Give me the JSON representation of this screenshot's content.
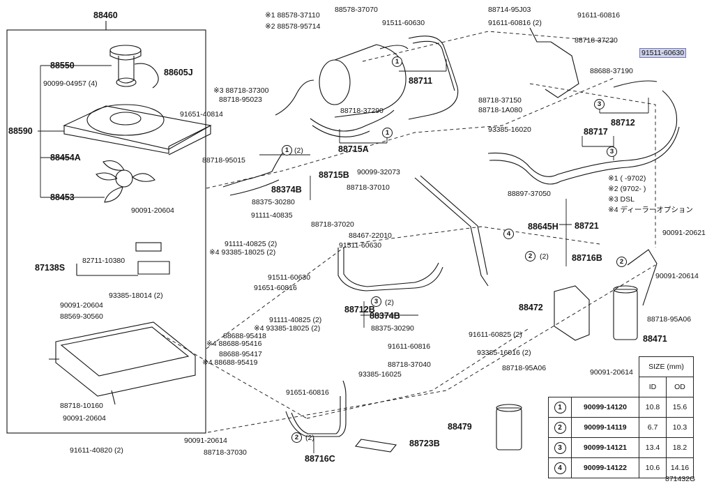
{
  "diagram_id": "871432G",
  "highlight_color": "#cfd3ea",
  "left_box": {
    "group": "88460",
    "parts": [
      "88550",
      "88605J",
      "90099-04957 (4)",
      "88590",
      "88454A",
      "88453",
      "90091-20604",
      "87138S",
      "82711-10380",
      "93385-18014 (2)",
      "90091-20604",
      "88569-30560",
      "88718-10160",
      "90091-20604",
      "91611-40820 (2)"
    ]
  },
  "top": {
    "notes": [
      "※1 88578-37110",
      "※2 88578-95714",
      "※3 88718-37300",
      "88718-95023"
    ],
    "parts": [
      "88578-37070",
      "88714-95J03",
      "91611-60816",
      "91511-60630",
      "91611-60816 (2)",
      "88718-37230",
      "88711",
      "88688-37190",
      "88718-37150",
      "88718-1A080",
      "88718-37290",
      "91651-40814",
      "88715A",
      "88718-95015",
      "88715B",
      "88374B",
      "88375-30280",
      "90099-32073",
      "88718-37010",
      "91111-40835",
      "88718-37020",
      "88467-22010",
      "91511-60630",
      "93385-16020",
      "88717",
      "88712",
      "88897-37050"
    ],
    "highlighted": "91511-60630"
  },
  "legend": {
    "lines": [
      "※1 (      -9702)",
      "※2 (9702-      )",
      "※3 DSL",
      "※4 ディーラーオプション"
    ]
  },
  "middle": {
    "parts": [
      "91111-40825 (2)",
      "※4 93385-18025 (2)",
      "91511-60630",
      "91651-60816",
      "88712B",
      "88374B",
      "88375-30290",
      "91111-40825 (2)",
      "※4 93385-18025 (2)",
      "88688-95418",
      "※4 88688-95416",
      "88688-95417",
      "※4 88688-95419",
      "91611-60816",
      "88718-37040",
      "93385-16025",
      "91651-60816",
      "88645H",
      "88721",
      "90091-20621",
      "88716B",
      "90091-20614",
      "88472",
      "88718-95A06",
      "91611-60825 (2)",
      "93385-16016 (2)",
      "88471",
      "88718-95A06",
      "90091-20614",
      "88716C",
      "90091-20614",
      "88718-37030",
      "88479",
      "88723B"
    ]
  },
  "callouts": {
    "qty2": "(2)"
  },
  "size_table": {
    "title": "SIZE (mm)",
    "headers": [
      "ID",
      "OD"
    ],
    "rows": [
      {
        "no": "1",
        "part": "90099-14120",
        "id": "10.8",
        "od": "15.6"
      },
      {
        "no": "2",
        "part": "90099-14119",
        "id": "6.7",
        "od": "10.3"
      },
      {
        "no": "3",
        "part": "90099-14121",
        "id": "13.4",
        "od": "18.2"
      },
      {
        "no": "4",
        "part": "90099-14122",
        "id": "10.6",
        "od": "14.16"
      }
    ]
  }
}
